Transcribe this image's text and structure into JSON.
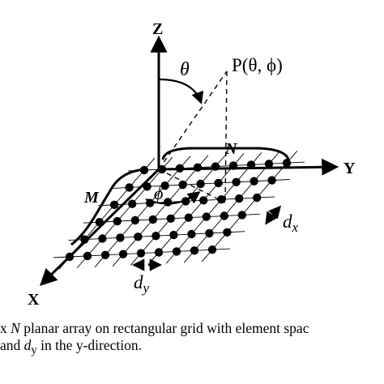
{
  "axes": {
    "z": "Z",
    "y": "Y",
    "x": "X"
  },
  "angles": {
    "theta": "θ",
    "phi": "ϕ"
  },
  "point": "P(θ, ϕ)",
  "array": {
    "m": "M",
    "n": "N"
  },
  "spacing": {
    "dx_base": "d",
    "dx_sub": "x",
    "dy_base": "d",
    "dy_sub": "y"
  },
  "caption": {
    "line1": {
      "pre": "x ",
      "n": "N",
      "p": " p",
      "rest": "lanar array on rectangular grid with element spac"
    },
    "line2": {
      "pre": "and ",
      "d": "d",
      "sub": "y",
      "rest": " in the y-direction."
    }
  },
  "grid": {
    "rows": 6,
    "cols": 9
  }
}
